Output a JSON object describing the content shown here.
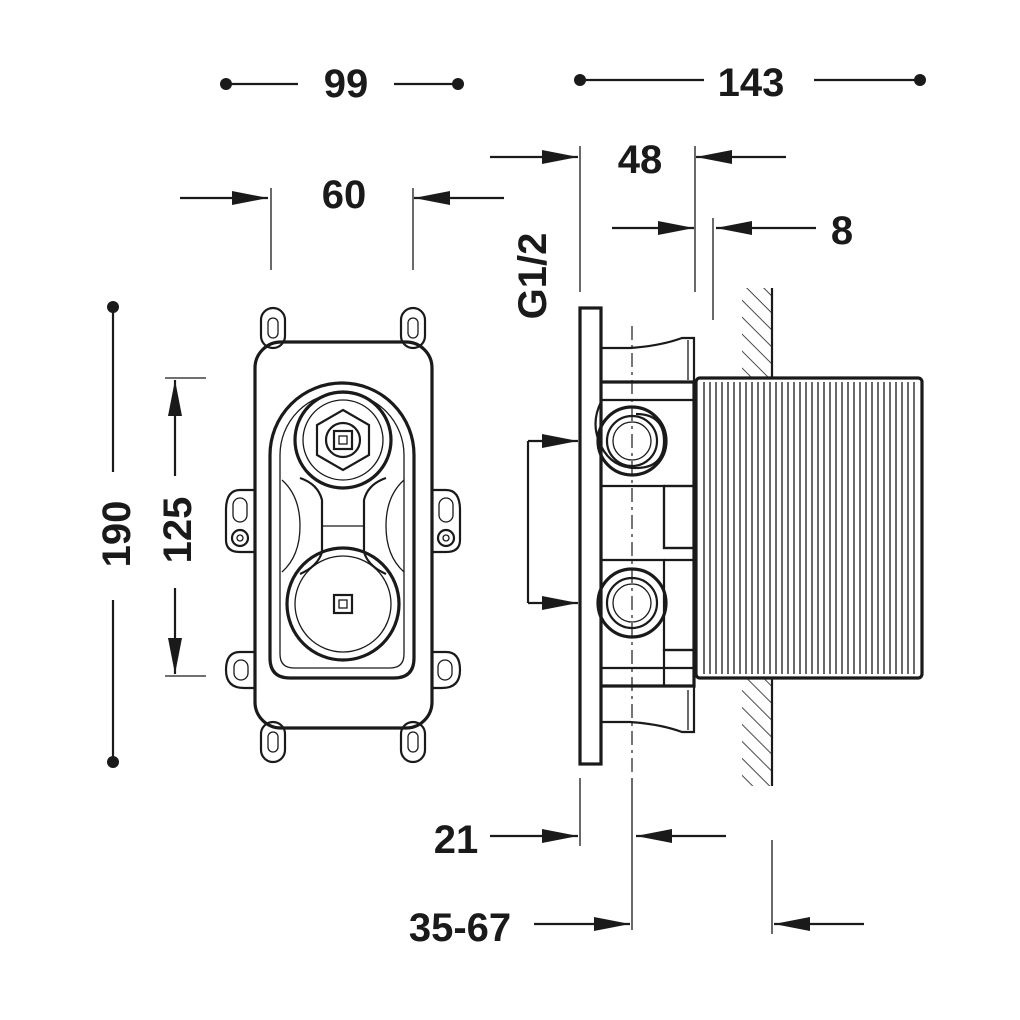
{
  "dimensions": {
    "width_outer": "99",
    "depth_total": "143",
    "box_depth": "48",
    "width_inner": "60",
    "offset_8": "8",
    "thread": "G1/2",
    "height_total": "190",
    "height_inner": "125",
    "flange_21": "21",
    "range_35_67": "35-67"
  }
}
